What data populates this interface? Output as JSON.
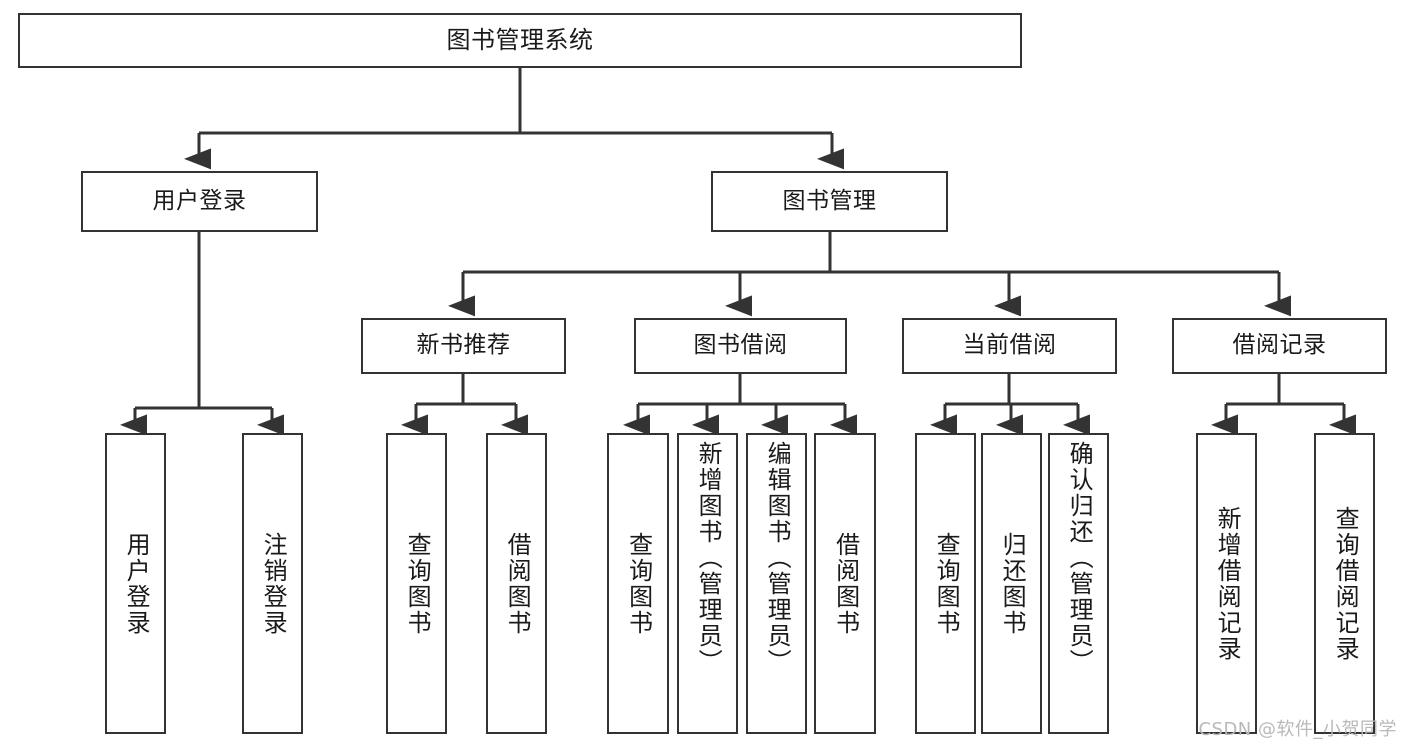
{
  "diagram": {
    "title": "图书管理系统",
    "type": "tree-hierarchy-chart",
    "watermark": "CSDN @软件_小贺同学",
    "colors": {
      "box_border": "#333333",
      "box_fill": "#ffffff",
      "edge": "#333333",
      "text": "#1a1a1a",
      "watermark": "#b9b9b9"
    },
    "root": {
      "label": "图书管理系统"
    },
    "level2": [
      {
        "id": "user-login",
        "label": "用户登录"
      },
      {
        "id": "book-management",
        "label": "图书管理"
      }
    ],
    "level3": [
      {
        "id": "new-book-recommend",
        "label": "新书推荐",
        "parent": "book-management"
      },
      {
        "id": "book-borrow",
        "label": "图书借阅",
        "parent": "book-management"
      },
      {
        "id": "current-borrow",
        "label": "当前借阅",
        "parent": "book-management"
      },
      {
        "id": "borrow-record",
        "label": "借阅记录",
        "parent": "book-management"
      }
    ],
    "leaves": {
      "user-login": [
        {
          "id": "leaf-user-login",
          "label": "用户登录"
        },
        {
          "id": "leaf-logout-login",
          "label": "注销登录"
        }
      ],
      "new-book-recommend": [
        {
          "id": "leaf-query-book-1",
          "label": "查询图书"
        },
        {
          "id": "leaf-borrow-book-1",
          "label": "借阅图书"
        }
      ],
      "book-borrow": [
        {
          "id": "leaf-query-book-2",
          "label": "查询图书"
        },
        {
          "id": "leaf-add-book-admin",
          "label": "新增图书（管理员）"
        },
        {
          "id": "leaf-edit-book-admin",
          "label": "编辑图书（管理员）"
        },
        {
          "id": "leaf-borrow-book-2",
          "label": "借阅图书"
        }
      ],
      "current-borrow": [
        {
          "id": "leaf-query-book-3",
          "label": "查询图书"
        },
        {
          "id": "leaf-return-book",
          "label": "归还图书"
        },
        {
          "id": "leaf-confirm-return-admin",
          "label": "确认归还（管理员）"
        }
      ],
      "borrow-record": [
        {
          "id": "leaf-add-borrow-record",
          "label": "新增借阅记录"
        },
        {
          "id": "leaf-query-borrow-record",
          "label": "查询借阅记录"
        }
      ]
    }
  }
}
